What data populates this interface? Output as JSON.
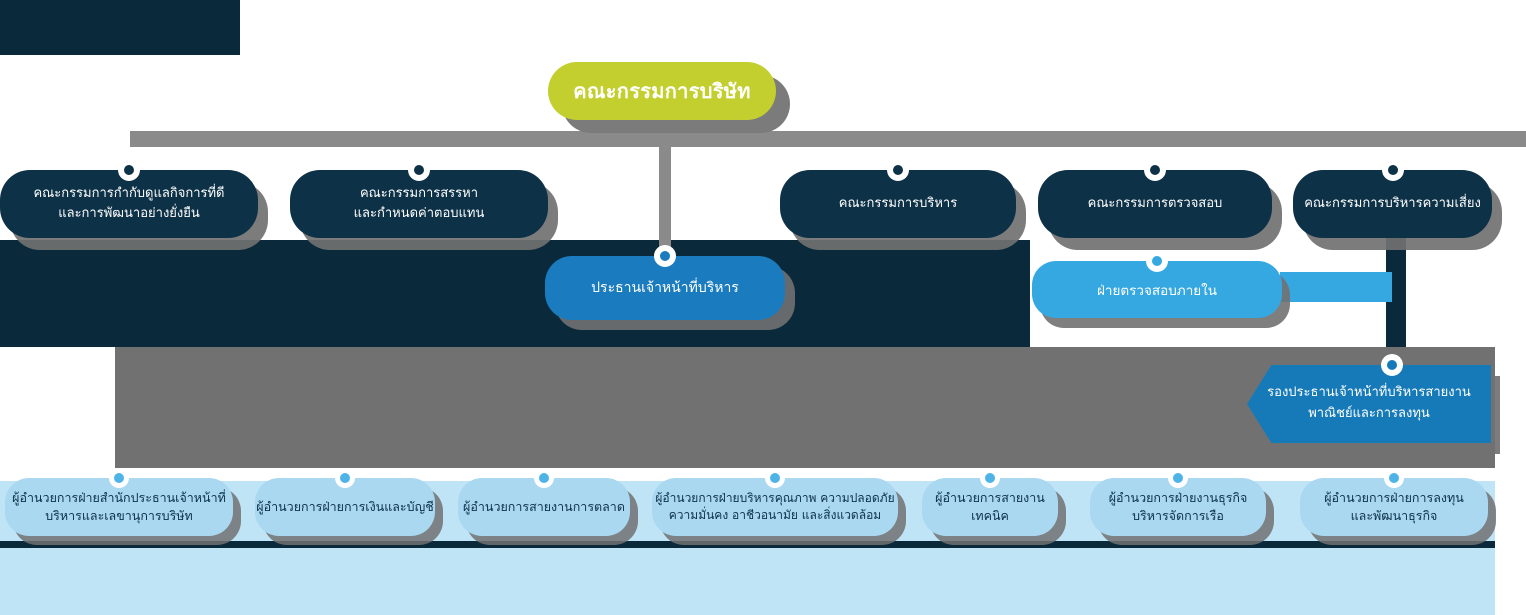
{
  "palette": {
    "root_yellow": "#c3cf2e",
    "committee_navy": "#0d3147",
    "bg_navy": "#0a2a3c",
    "ceo_blue": "#1a7cbe",
    "audit_blue": "#35a8e2",
    "deputy_blue": "#177ab8",
    "director_lightblue": "#a9d8f0",
    "bg_lightblue": "#bee4f6",
    "connector_gray": "#8a8a8a",
    "block_gray": "#717171",
    "text_dark": "#0d3148"
  },
  "org_chart": {
    "root": {
      "label": "คณะกรรมการบริษัท"
    },
    "committees": [
      {
        "line1": "คณะกรรมการกำกับดูแลกิจการที่ดี",
        "line2": "และการพัฒนาอย่างยั่งยืน"
      },
      {
        "line1": "คณะกรรมการสรรหา",
        "line2": "และกำหนดค่าตอบแทน"
      },
      {
        "line1": "คณะกรรมการบริหาร",
        "line2": ""
      },
      {
        "line1": "คณะกรรมการตรวจสอบ",
        "line2": ""
      },
      {
        "line1": "คณะกรรมการบริหารความเสี่ยง",
        "line2": ""
      }
    ],
    "ceo": {
      "label": "ประธานเจ้าหน้าที่บริหาร"
    },
    "internal_audit": {
      "label": "ฝ่ายตรวจสอบภายใน"
    },
    "deputy_ceo": {
      "line1": "รองประธานเจ้าหน้าที่บริหารสายงาน",
      "line2": "พาณิชย์และการลงทุน"
    },
    "directors": [
      {
        "line1": "ผู้อำนวยการฝ่ายสำนักประธานเจ้าหน้าที่",
        "line2": "บริหารและเลขานุการบริษัท"
      },
      {
        "line1": "ผู้อำนวยการฝ่ายการเงินและบัญชี",
        "line2": ""
      },
      {
        "line1": "ผู้อำนวยการสายงานการตลาด",
        "line2": ""
      },
      {
        "line1": "ผู้อำนวยการฝ่ายบริหารคุณภาพ ความปลอดภัย",
        "line2": "ความมั่นคง อาชีวอนามัย และสิ่งแวดล้อม"
      },
      {
        "line1": "ผู้อำนวยการสายงาน",
        "line2": "เทคนิค"
      },
      {
        "line1": "ผู้อำนวยการฝ่ายงานธุรกิจ",
        "line2": "บริหารจัดการเรือ"
      },
      {
        "line1": "ผู้อำนวยการฝ่ายการลงทุน",
        "line2": "และพัฒนาธุรกิจ"
      }
    ]
  }
}
